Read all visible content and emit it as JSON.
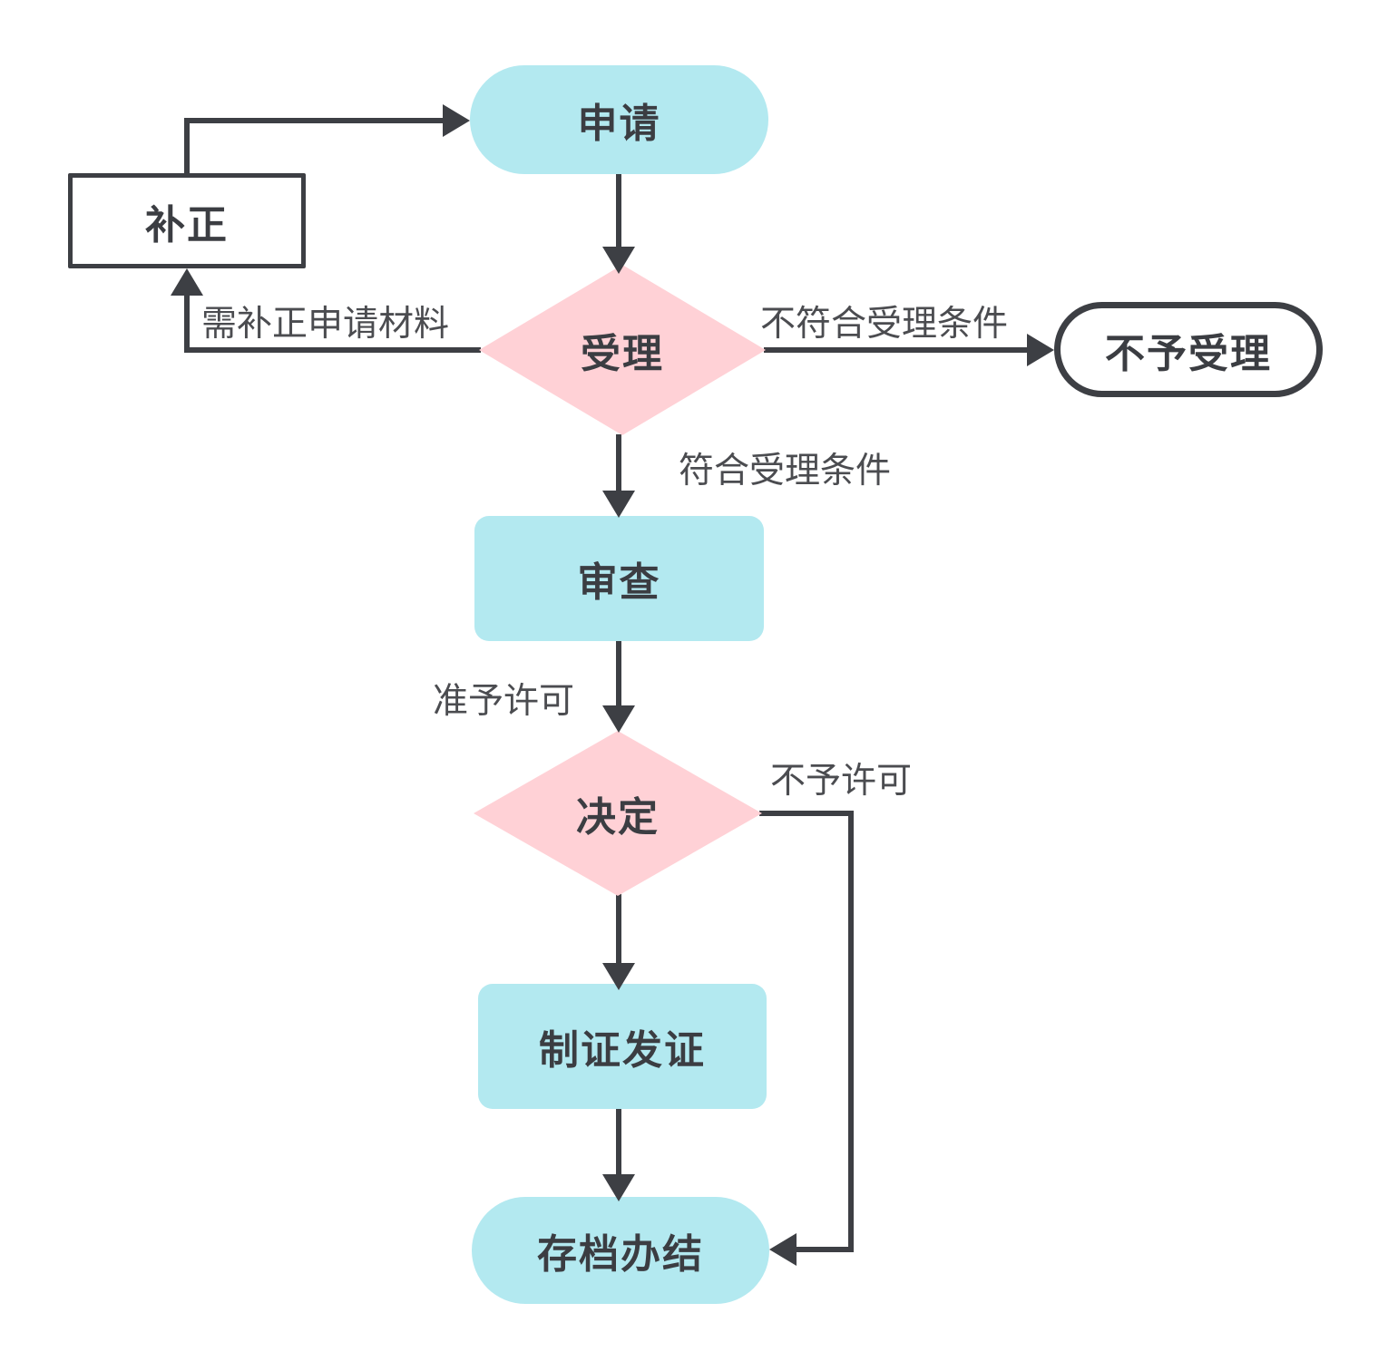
{
  "colors": {
    "process_fill": "#b3e9f0",
    "decision_fill": "#ffd1d6",
    "stroke": "#3d3f44",
    "node_text": "#3b3d42",
    "edge_label": "#4b4c50",
    "background": "#ffffff"
  },
  "nodes": {
    "apply": {
      "label": "申请",
      "type": "start-stadium"
    },
    "supplement": {
      "label": "补正",
      "type": "rectangle"
    },
    "accept": {
      "label": "受理",
      "type": "decision-diamond"
    },
    "reject": {
      "label": "不予受理",
      "type": "terminal-stadium"
    },
    "review": {
      "label": "审查",
      "type": "process"
    },
    "decide": {
      "label": "决定",
      "type": "decision-diamond"
    },
    "issue": {
      "label": "制证发证",
      "type": "process"
    },
    "archive": {
      "label": "存档办结",
      "type": "end-stadium"
    }
  },
  "edge_labels": {
    "need_supplement": "需补正申请材料",
    "not_meet": "不符合受理条件",
    "meet": "符合受理条件",
    "grant": "准予许可",
    "deny": "不予许可"
  },
  "flow": {
    "edges": [
      {
        "from": "补正",
        "to": "申请",
        "label": ""
      },
      {
        "from": "申请",
        "to": "受理",
        "label": ""
      },
      {
        "from": "受理",
        "to": "补正",
        "label": "需补正申请材料"
      },
      {
        "from": "受理",
        "to": "不予受理",
        "label": "不符合受理条件"
      },
      {
        "from": "受理",
        "to": "审查",
        "label": "符合受理条件"
      },
      {
        "from": "审查",
        "to": "决定",
        "label": "准予许可"
      },
      {
        "from": "决定",
        "to": "制证发证",
        "label": ""
      },
      {
        "from": "决定",
        "to": "存档办结",
        "label": "不予许可"
      },
      {
        "from": "制证发证",
        "to": "存档办结",
        "label": ""
      }
    ]
  }
}
